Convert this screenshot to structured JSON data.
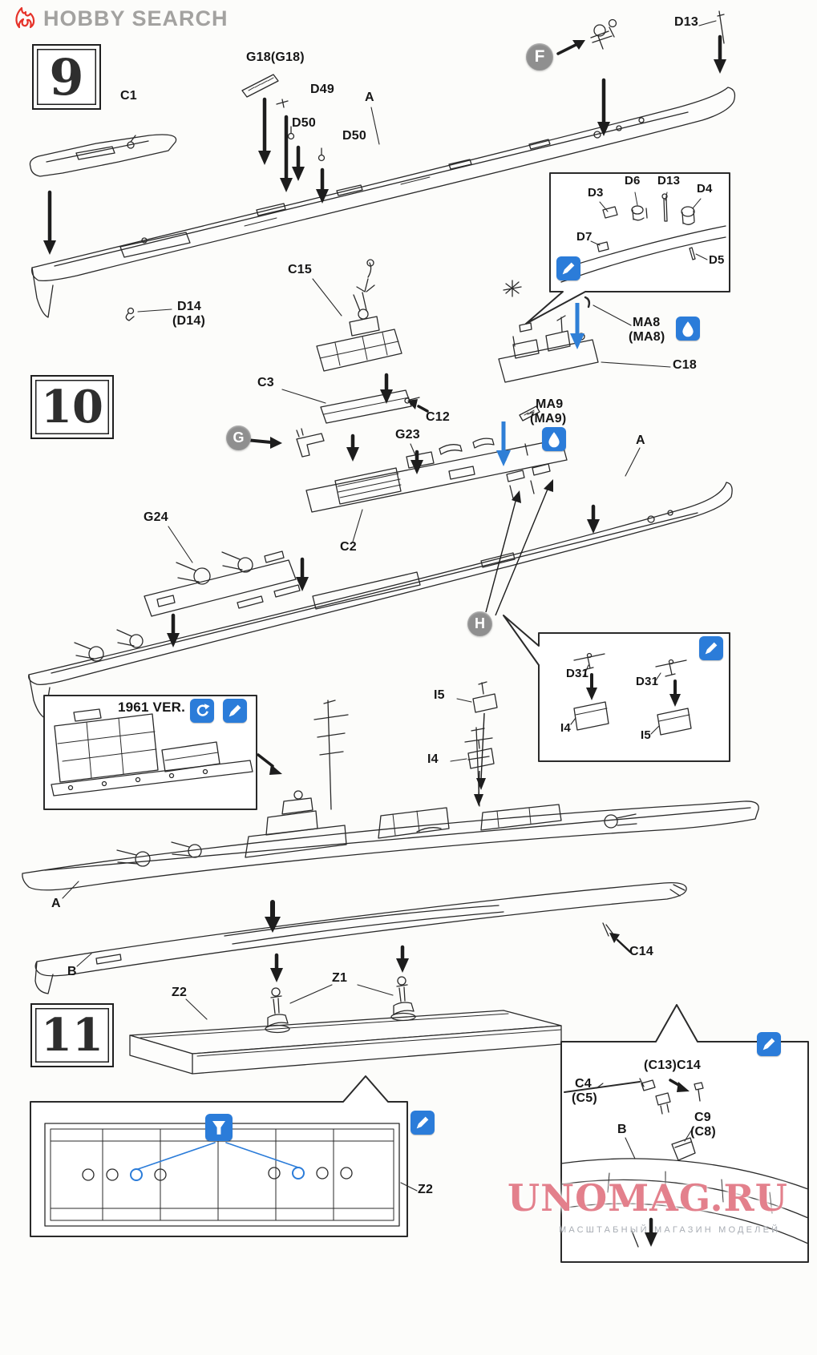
{
  "header": {
    "brand": "HOBBY SEARCH"
  },
  "steps": {
    "step9": "9",
    "step10": "10",
    "step11": "11"
  },
  "badges": {
    "f": "F",
    "g": "G",
    "h": "H"
  },
  "colors": {
    "accent_blue": "#2b7cd9",
    "badge_gray": "#8f8f8f",
    "logo_red": "#e6332a",
    "watermark_pink": "#df6e7c",
    "line_art": "#2a2a2a"
  },
  "icons": {
    "paint_marker": "pen",
    "glue": "droplet",
    "version_swap": "rotate-arrow",
    "attach_funnel": "funnel"
  },
  "step9": {
    "c1": "C1",
    "g18": "G18(G18)",
    "d49": "D49",
    "d50_1": "D50",
    "d50_2": "D50",
    "a": "A",
    "d13": "D13",
    "d14": "D14",
    "d14_alt": "(D14)",
    "c15": "C15",
    "ma8": "MA8",
    "ma8_alt": "(MA8)",
    "c18": "C18",
    "detail_box": {
      "d3": "D3",
      "d6": "D6",
      "d13": "D13",
      "d4": "D4",
      "d7": "D7",
      "d5": "D5"
    }
  },
  "step10": {
    "c3": "C3",
    "c12": "C12",
    "ma9": "MA9",
    "ma9_alt": "(MA9)",
    "g23": "G23",
    "a_hull": "A",
    "g24": "G24",
    "c2": "C2",
    "i5_ship": "I5",
    "i4_ship": "I4",
    "radar_box": {
      "d31_left": "D31",
      "d31_right": "D31",
      "i4": "I4",
      "i5": "I5"
    },
    "version_note": "1961 VER.",
    "a_assembled": "A",
    "b": "B",
    "c14": "C14",
    "z2": "Z2",
    "z1": "Z1"
  },
  "step11": {
    "z2": "Z2",
    "detail_box": {
      "c13_c14": "(C13)C14",
      "c4": "C4",
      "c5": "(C5)",
      "b": "B",
      "c9": "C9",
      "c8": "(C8)"
    }
  },
  "watermark": {
    "title": "UNOMAG.RU",
    "subtitle": "МАСШТАБНЫЙ МАГАЗИН МОДЕЛЕЙ"
  }
}
